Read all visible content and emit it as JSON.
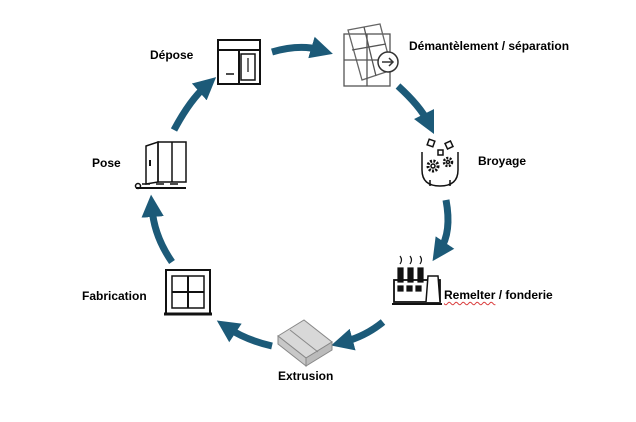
{
  "cycle": {
    "arrow_color": "#1c5a78",
    "steps": [
      {
        "label": "Dépose",
        "icon": "window-removal-icon"
      },
      {
        "label": "Démantèlement / séparation",
        "icon": "window-dismantling-icon"
      },
      {
        "label": "Broyage",
        "icon": "shredder-icon"
      },
      {
        "label_underlined": "Remelter",
        "label_rest": " / fonderie",
        "icon": "factory-icon"
      },
      {
        "label": "Extrusion",
        "icon": "extrusion-profile-icon"
      },
      {
        "label": "Fabrication",
        "icon": "window-frame-icon"
      },
      {
        "label": "Pose",
        "icon": "door-installation-icon"
      }
    ]
  }
}
